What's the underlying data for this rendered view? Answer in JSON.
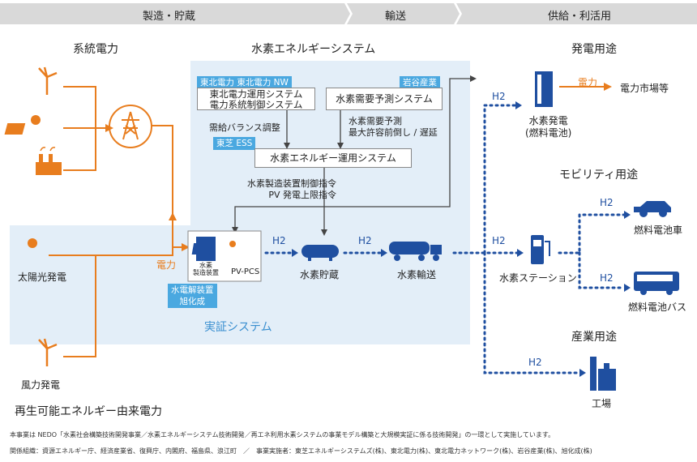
{
  "phases": [
    "製造・貯蔵",
    "輸送",
    "供給・利活用"
  ],
  "sections": {
    "grid_power": "系統電力",
    "hydrogen_energy_system": "水素エネルギーシステム",
    "renewable_power": "再生可能エネルギー由来電力",
    "demo_system": "実証システム",
    "power_use": "発電用途",
    "mobility_use": "モビリティ用途",
    "industrial_use": "産業用途"
  },
  "tags": {
    "tohoku": "東北電力 東北電力 NW",
    "iwatani": "岩谷産業",
    "toshiba": "東芝 ESS",
    "asahi": "水電解装置\n旭化成"
  },
  "boxes": {
    "tohoku_system": "東北電力運用システム\n電力系統制御システム",
    "demand_forecast": "水素需要予測システム",
    "h2_operation": "水素エネルギー運用システム"
  },
  "flow_labels": {
    "supply_demand": "需給バランス調整",
    "demand_forecast_note": "水素需要予測\n最大許容前倒し / 遅延",
    "control_commands": "水素製造装置制御指令\nPV 発電上限指令",
    "electricity": "電力",
    "electricity_out": "電力",
    "h2": "H2"
  },
  "nodes": {
    "solar": "太陽光発電",
    "wind": "風力発電",
    "electrolyzer": "水素\n製造装置",
    "pv_pcs": "PV-PCS",
    "h2_storage": "水素貯蔵",
    "h2_transport": "水素輸送",
    "fuel_cell": "水素発電\n(燃料電池)",
    "power_market": "電力市場等",
    "h2_station": "水素ステーション",
    "fcv": "燃料電池車",
    "fc_bus": "燃料電池バス",
    "factory": "工場"
  },
  "footer": {
    "line1": "本事業は NEDO「水素社会構築技術開発事業／水素エネルギーシステム技術開発／再エネ利用水素システムの事業モデル構築と大規模実証に係る技術開発」の一環として実施しています。",
    "line2": "関係組織：資源エネルギー庁、経済産業省、復興庁、内閣府、福島県、浪江町　／　事業実施者：東芝エネルギーシステムズ(株)、東北電力(株)、東北電力ネットワーク(株)、岩谷産業(株)、旭化成(株)"
  },
  "colors": {
    "orange": "#e87d1e",
    "blue": "#1f4fa0",
    "panel": "#e3eef8",
    "tag": "#4aa8e0",
    "header": "#d9d9d9"
  }
}
